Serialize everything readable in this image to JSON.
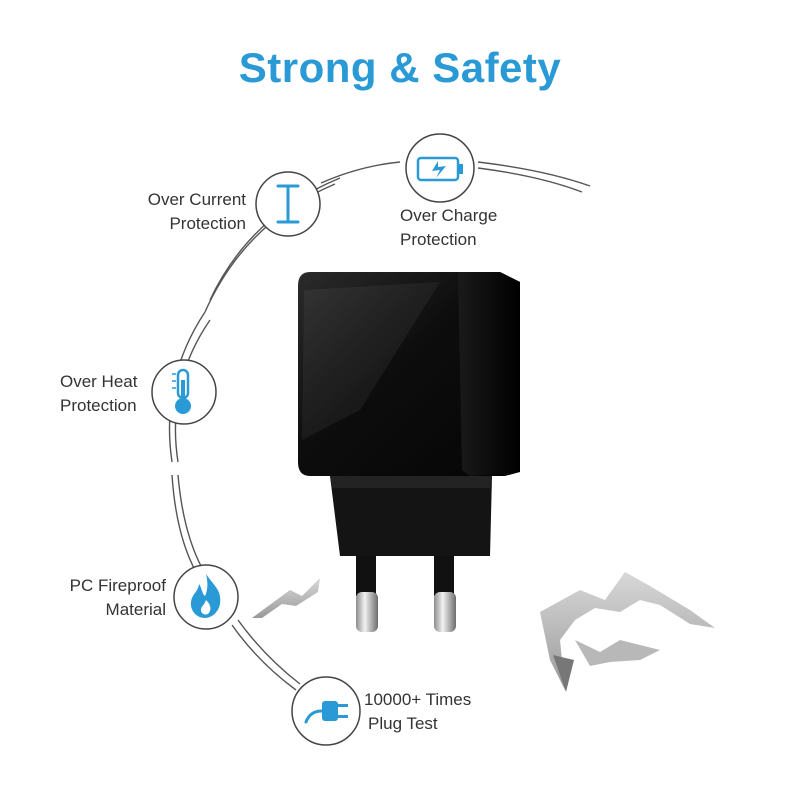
{
  "title": "Strong & Safety",
  "features": [
    {
      "line1": "Over Current",
      "line2": "Protection",
      "icon": "current-limit-icon"
    },
    {
      "line1": "Over Charge",
      "line2": "Protection",
      "icon": "battery-charge-icon"
    },
    {
      "line1": "Over Heat",
      "line2": "Protection",
      "icon": "thermometer-icon"
    },
    {
      "line1": "PC Fireproof",
      "line2": "Material",
      "icon": "flame-icon"
    },
    {
      "line1": "10000+ Times",
      "line2": "Plug Test",
      "icon": "plug-icon"
    }
  ],
  "colors": {
    "accent": "#2a9ad6",
    "charger": "#0c0c0c",
    "text": "#333333"
  }
}
